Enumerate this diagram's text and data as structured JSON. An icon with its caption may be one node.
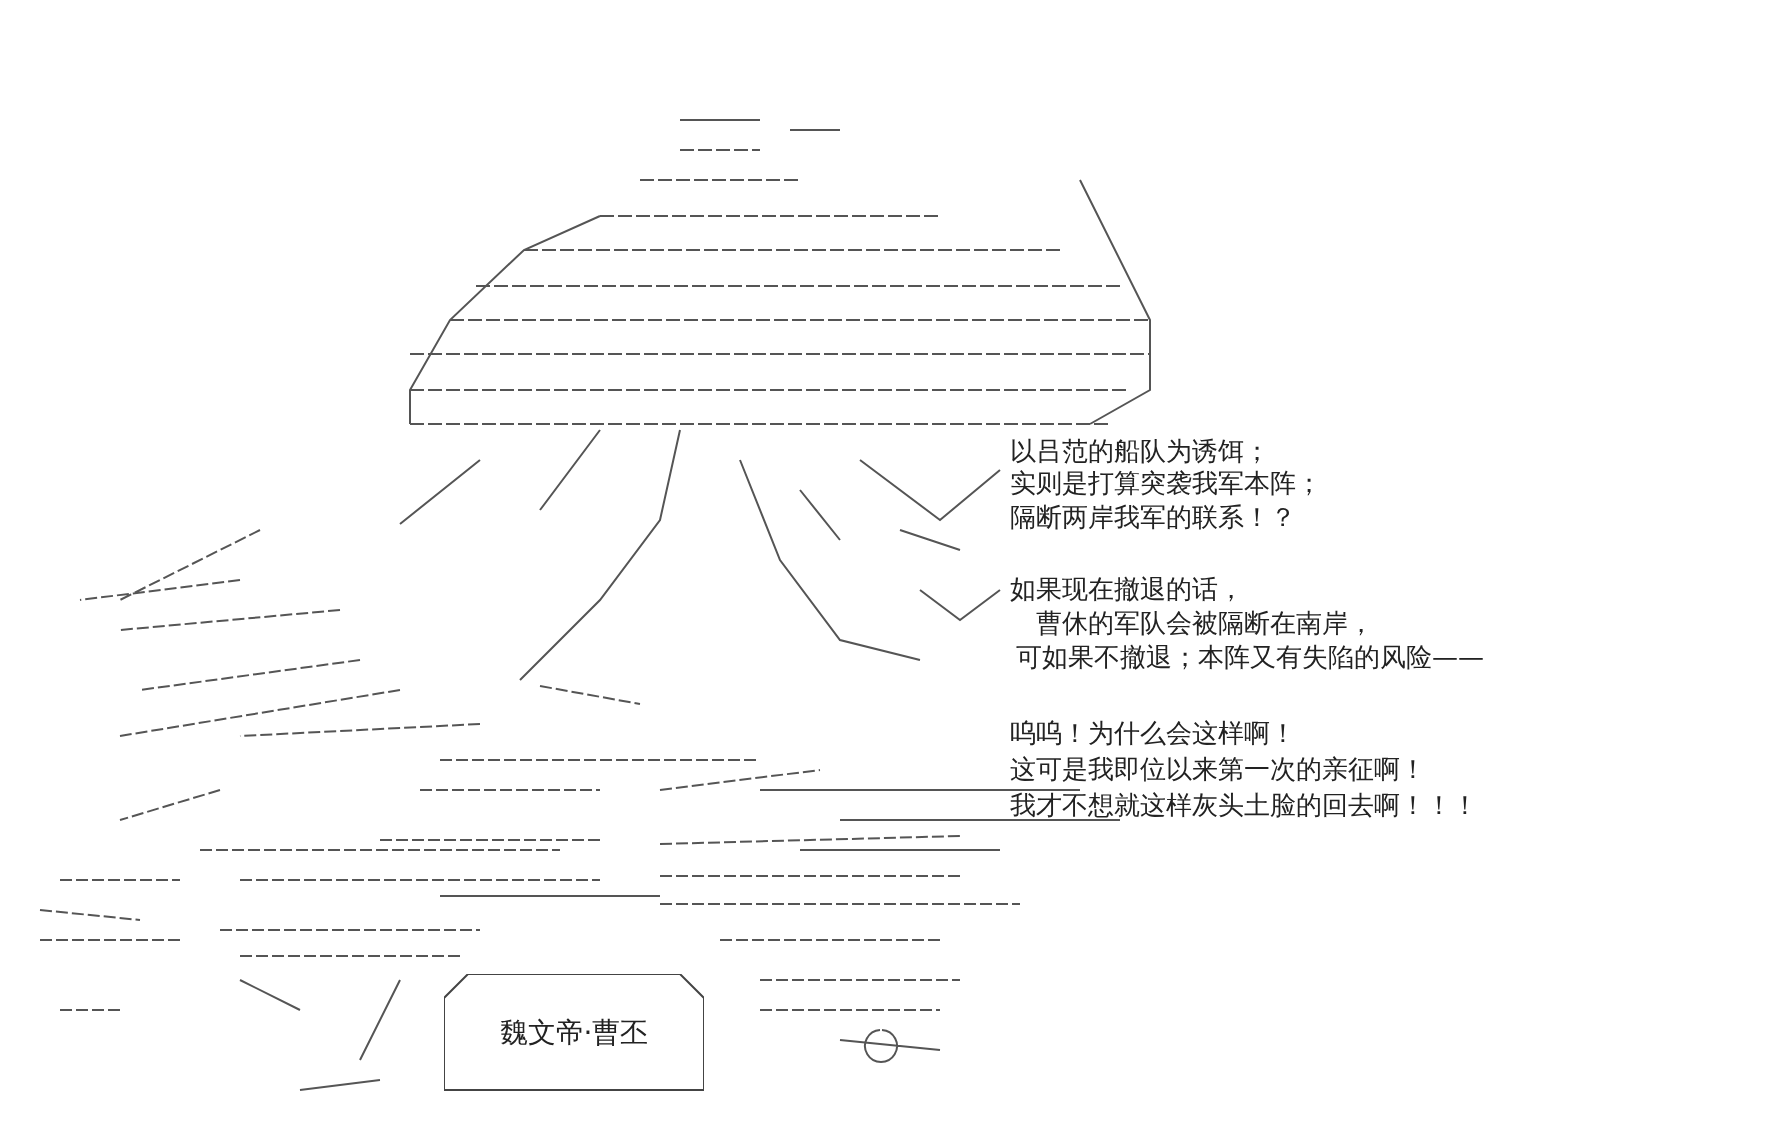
{
  "diagram": {
    "nodes": [
      {
        "text": [
          "魏文帝·曹丕"
        ]
      }
    ],
    "edges": [],
    "labels": [
      "以吕范的船队为诱饵；",
      "实则是打算突袭我军本阵；",
      "隔断两岸我军的联系！？",
      "如果现在撤退的话，",
      "曹休的军队会被隔断在南岸，",
      "可如果不撤退；本阵又有失陷的风险——",
      "呜呜！为什么会这样啊！",
      "这可是我即位以来第一次的亲征啊！",
      "我才不想就这样灰头土脸的回去啊！！！"
    ]
  }
}
